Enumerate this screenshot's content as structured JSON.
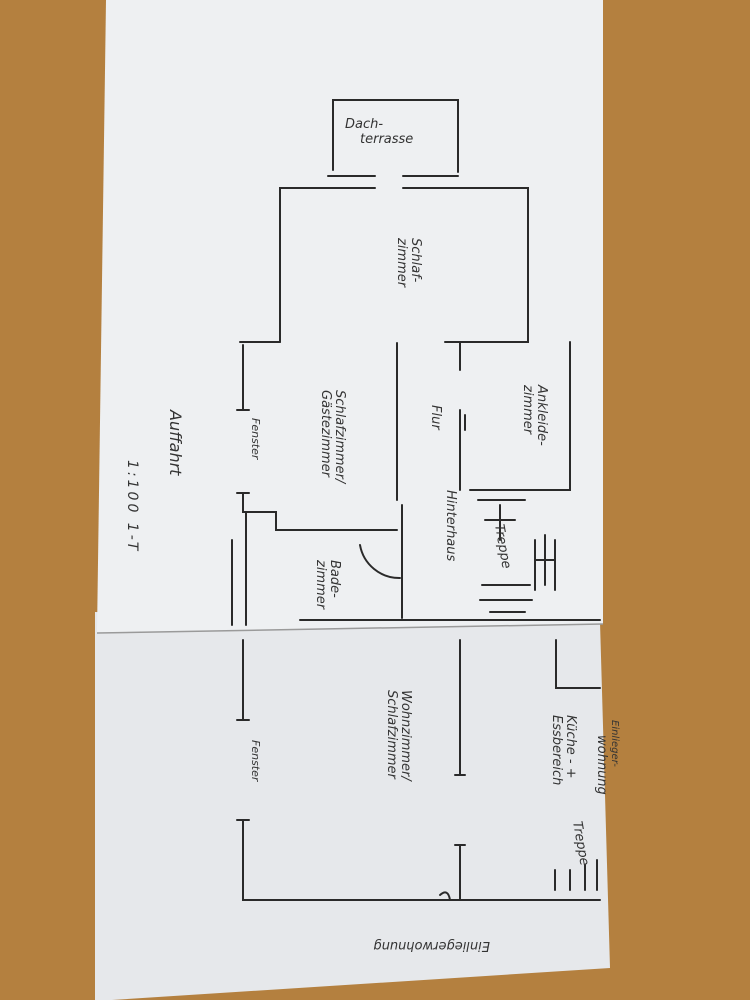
{
  "colors": {
    "table": "#b4803f",
    "paper": "#eceef0",
    "ink": "#2a2a2a"
  },
  "rooms": {
    "dachterrasse": [
      "Dach-",
      "terrasse"
    ],
    "schlafzimmer": [
      "Schlaf-",
      "zimmer"
    ],
    "ankleidezimmer": [
      "Ankleide-",
      "zimmer"
    ],
    "flur": "Flur",
    "hinterhaus": "Hinterhaus",
    "treppe_top": "Treppe",
    "gaestezimmer": [
      "Schlafzimmer/",
      "Gästezimmer"
    ],
    "badezimmer": [
      "Bade-",
      "zimmer"
    ],
    "wohnzimmer": [
      "Wohnzimmer/",
      "Schlafzimmer"
    ],
    "kueche": [
      "Küche - +",
      "Essbereich"
    ],
    "wohnung_partial": [
      "Einlieger-",
      "wohnung"
    ],
    "treppe_bottom": "Treppe"
  },
  "labels": {
    "fenster_top": "Fenster",
    "fenster_bottom": "Fenster",
    "auffahrt": "Auffahrt",
    "scale": "1:100 1-T",
    "einliegerwohnung": "Einliegerwohnung"
  }
}
